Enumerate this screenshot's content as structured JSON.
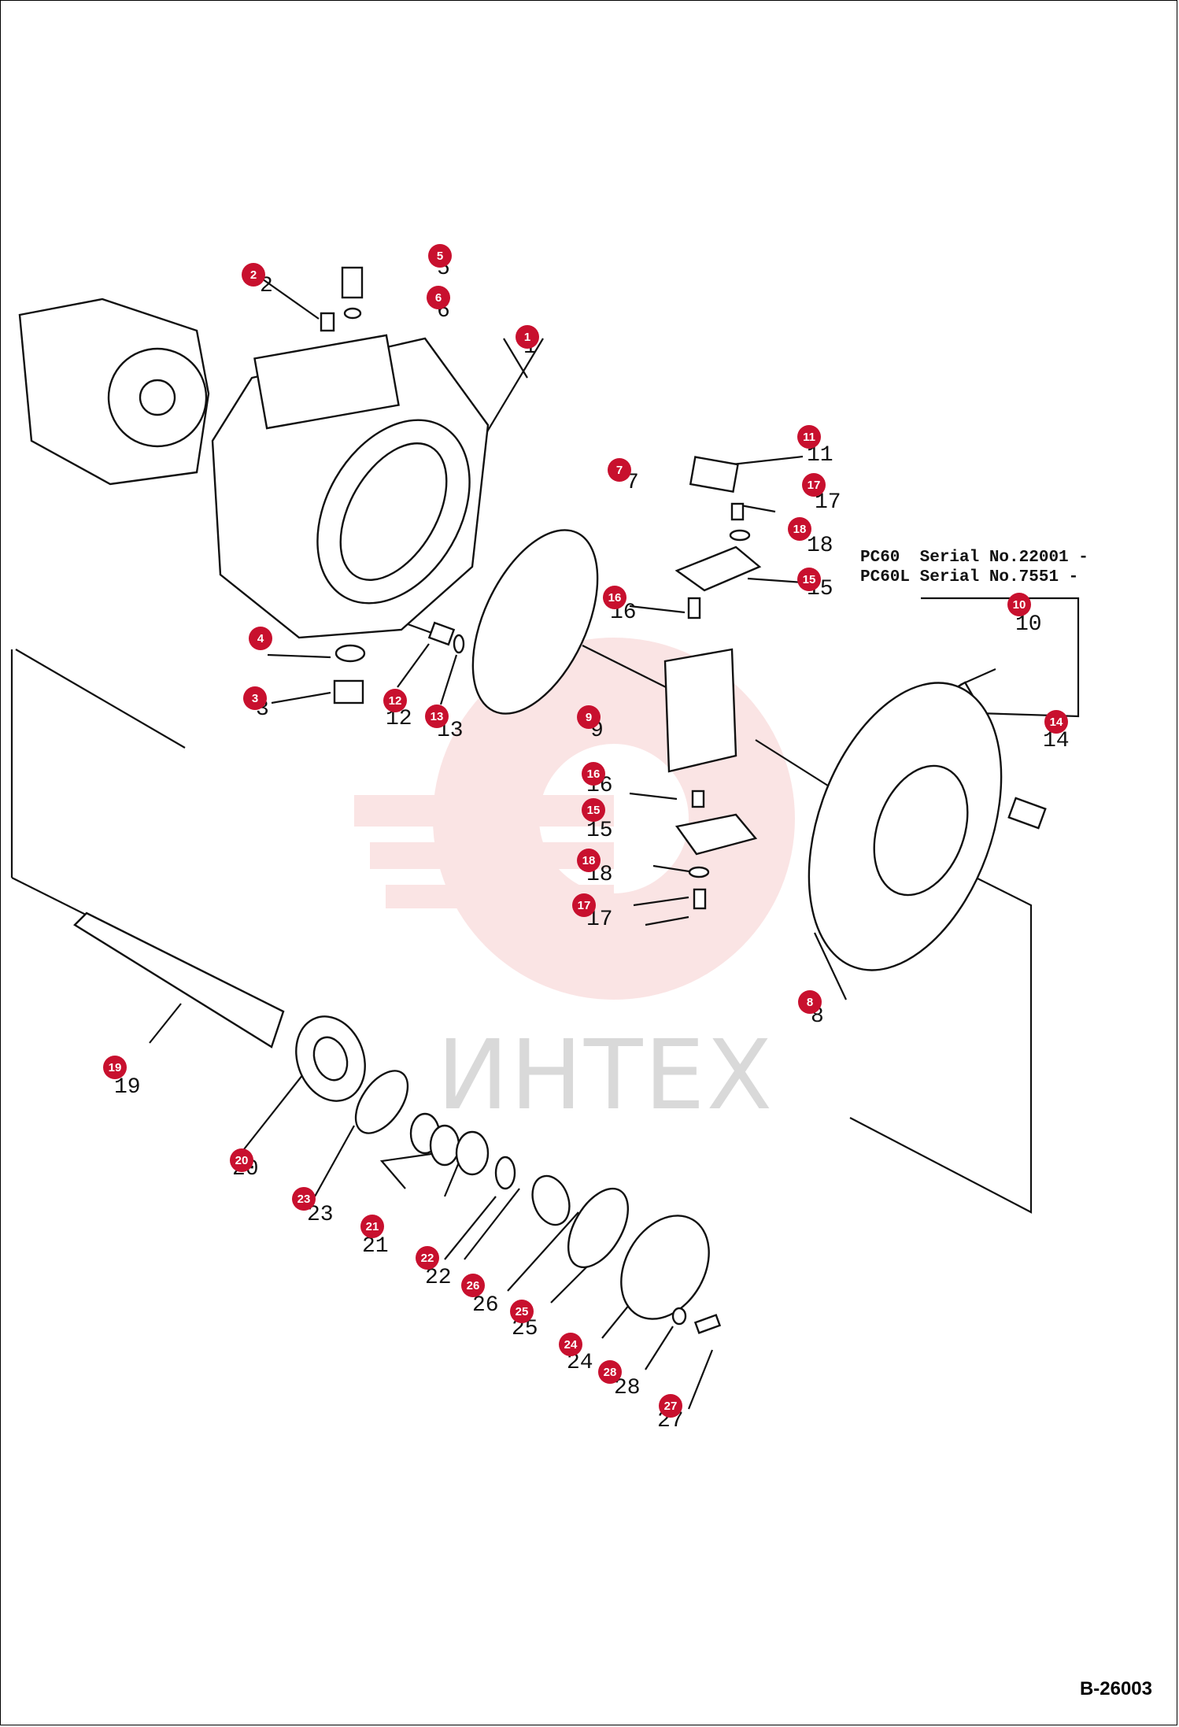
{
  "diagram_code": "B-26003",
  "watermark_text": "ИНТЕХ",
  "serial_captions": [
    "PC60  Serial No.22001 -",
    "PC60L Serial No.7551 -"
  ],
  "colors": {
    "callout": "#c8102e",
    "watermark": "#f2b3b3",
    "line": "#111111"
  },
  "callouts": [
    "1",
    "2",
    "3",
    "4",
    "5",
    "6",
    "7",
    "8",
    "9",
    "10",
    "11",
    "12",
    "13",
    "14",
    "15",
    "16",
    "17",
    "18",
    "19",
    "20",
    "21",
    "22",
    "23",
    "24",
    "25",
    "26",
    "27",
    "28",
    "15",
    "16",
    "17",
    "18"
  ]
}
